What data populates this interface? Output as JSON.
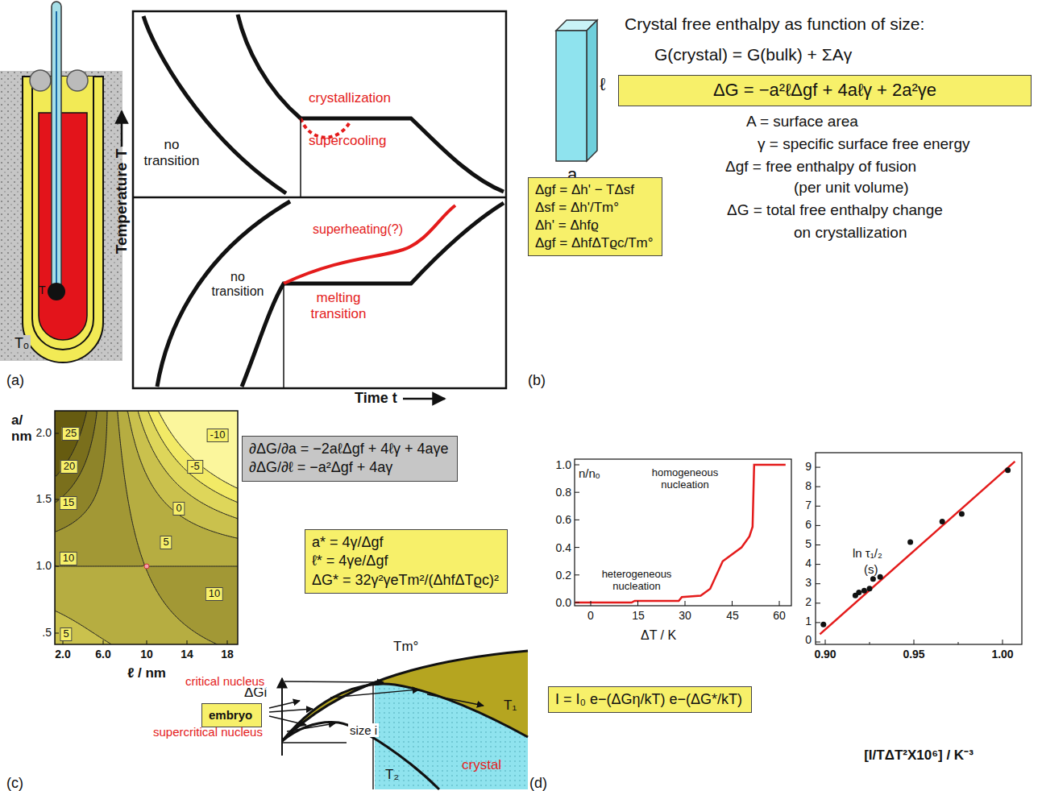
{
  "diagram": {
    "nodes": [
      {
        "text": [
          "ΔG = −a²ℓΔgf + 4aℓγ + 2a²γe"
        ]
      },
      {
        "text": [
          "Δgf = Δh' − TΔsf",
          "Δsf = Δh'/Tm°",
          "Δh' = Δhfϱ",
          "Δgf = ΔhfΔTϱc/Tm°"
        ]
      },
      {
        "text": [
          "∂ΔG/∂a = −2aℓΔgf + 4ℓγ + 4aγe",
          "∂ΔG/∂ℓ = −a²Δgf + 4aγ"
        ]
      },
      {
        "text": [
          "a* = 4γ/Δgf",
          "ℓ* = 4γe/Δgf",
          "ΔG* = 32γ²γeTm²/(ΔhfΔTϱc)²"
        ]
      },
      {
        "text": [
          "embryo"
        ]
      },
      {
        "text": [
          "I = I₀ e−(ΔGη/kT) e−(ΔG*/kT)"
        ]
      }
    ],
    "labels": [
      "no transition",
      "crystallization",
      "supercooling",
      "Temperature T",
      "no transition",
      "superheating(?)",
      "melting transition",
      "Time t",
      "Tₒ",
      "T",
      "(a)",
      "ℓ",
      "a",
      "Crystal free enthalpy as function of size:",
      "G(crystal) = G(bulk) + ΣAγ",
      "A = surface area",
      "γ = specific surface free energy",
      "Δgf = free enthalpy of fusion",
      "(per unit volume)",
      "ΔG = total free enthalpy change",
      "on crystallization",
      "(b)",
      "a/ nm",
      "2.0",
      "1.5",
      "1.0",
      ".5",
      "2.0",
      "6.0",
      "10",
      "14",
      "18",
      "ℓ / nm",
      "25",
      "20",
      "15",
      "10",
      "5",
      "-10",
      "-5",
      "0",
      "5",
      "10",
      "ΔGi",
      "Tm°",
      "critical nucleus",
      "supercritical nucleus",
      "size i",
      "T₁",
      "T₂",
      "crystal",
      "(c)",
      "n/nₒ",
      "homogeneous nucleation",
      "heterogeneous nucleation",
      "1.0",
      "0.8",
      "0.6",
      "0.4",
      "0.2",
      "0.0",
      "0",
      "15",
      "30",
      "45",
      "60",
      "ΔT / K",
      "9",
      "8",
      "7",
      "6",
      "5",
      "4",
      "3",
      "2",
      "1",
      "0",
      "0.90",
      "0.95",
      "1.00",
      "ln τ₁/₂",
      "(s)",
      "[I/TΔT²X10⁶] / K⁻³",
      "(d)"
    ]
  }
}
